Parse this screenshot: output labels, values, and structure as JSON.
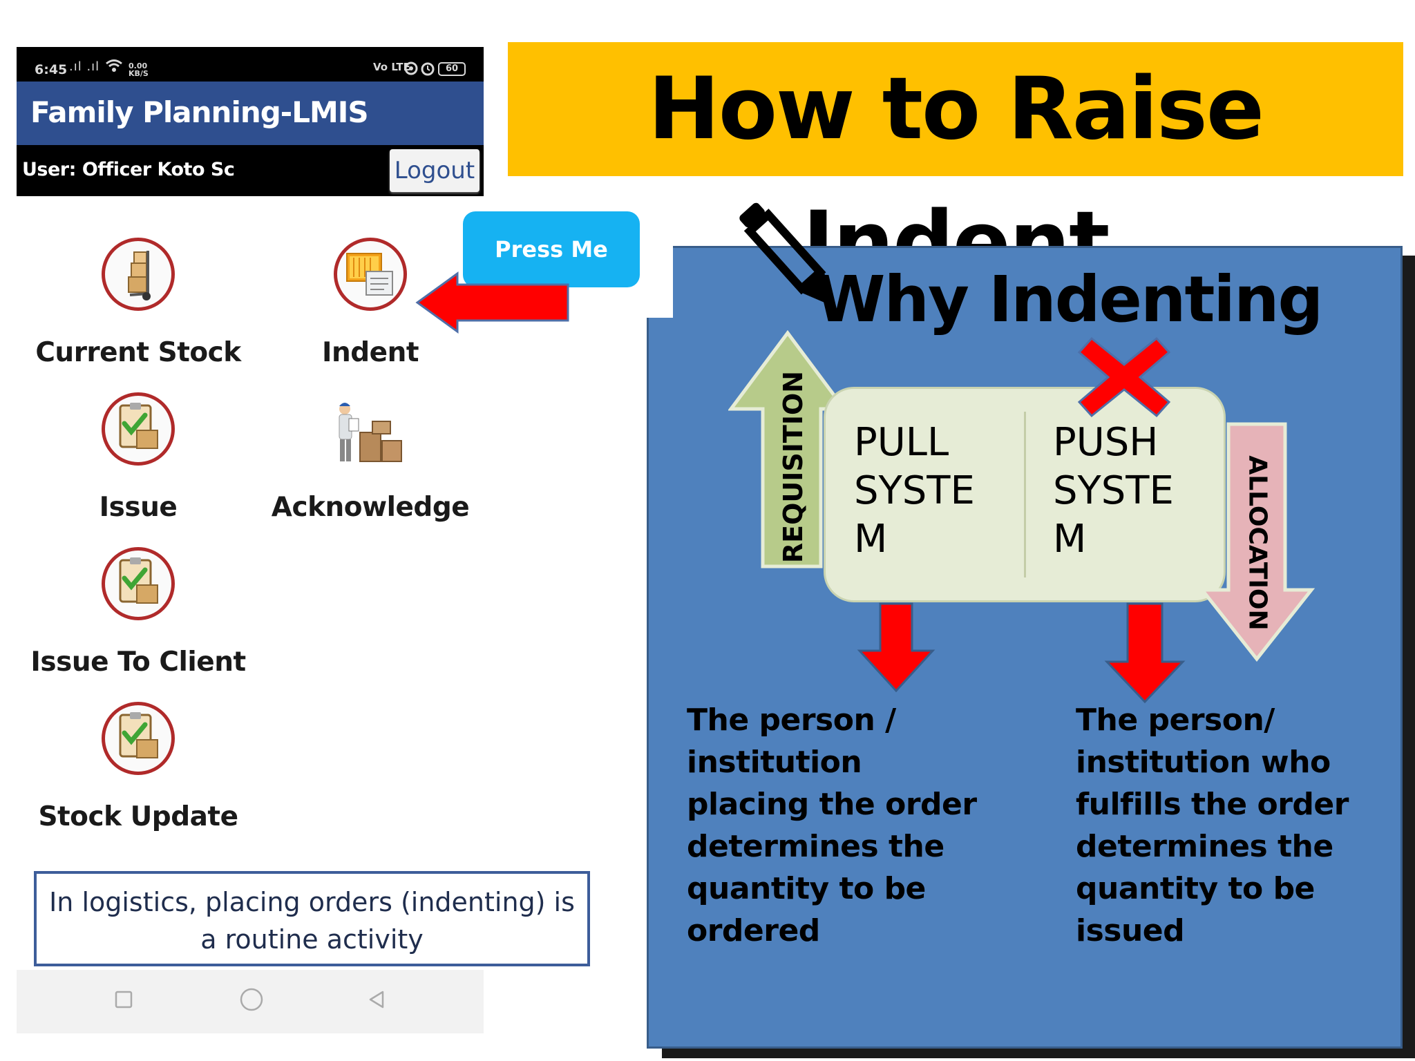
{
  "phone": {
    "status_bar": {
      "time": "6:45",
      "signal": ".ıl .ıl",
      "speed_value": "0.00",
      "speed_unit": "KB/S",
      "right_indicators": "Vo LTE",
      "battery": "60"
    },
    "app_title": "Family Planning-LMIS",
    "user_label": "User: Officer Koto Sc",
    "logout_label": "Logout",
    "menu": {
      "current_stock": "Current Stock",
      "indent": "Indent",
      "issue": "Issue",
      "acknowledge": "Acknowledge",
      "issue_to_client": "Issue To Client",
      "stock_update": "Stock Update"
    }
  },
  "press_me_label": "Press Me",
  "main_title": "How to Raise Indent",
  "note": {
    "line1": "In logistics, placing orders (indenting) is",
    "line2": "a routine activity"
  },
  "panel": {
    "title": "Why Indenting",
    "requisition": "REQUISITION",
    "allocation": "ALLOCATION",
    "pull": {
      "l1": "PULL",
      "l2": "SYSTE",
      "l3": "M"
    },
    "push": {
      "l1": "PUSH",
      "l2": "SYSTE",
      "l3": "M"
    },
    "pull_desc": {
      "l1": "The person /",
      "l2": "institution",
      "l3": "placing the order",
      "l4": "determines the",
      "l5": "quantity to be",
      "l6": "ordered"
    },
    "push_desc": {
      "l1": "The person/",
      "l2": "institution who",
      "l3": "fulfills the order",
      "l4": "determines the",
      "l5": "quantity to be",
      "l6": "issued"
    }
  },
  "colors": {
    "app_bar": "#2f4f8f",
    "banner": "#ffc000",
    "panel": "#4f81bd",
    "press_me": "#16b2f2",
    "arrow_red": "#ff0000",
    "requisition_arrow": "#b7cb8a",
    "allocation_arrow": "#e6b3b8"
  }
}
